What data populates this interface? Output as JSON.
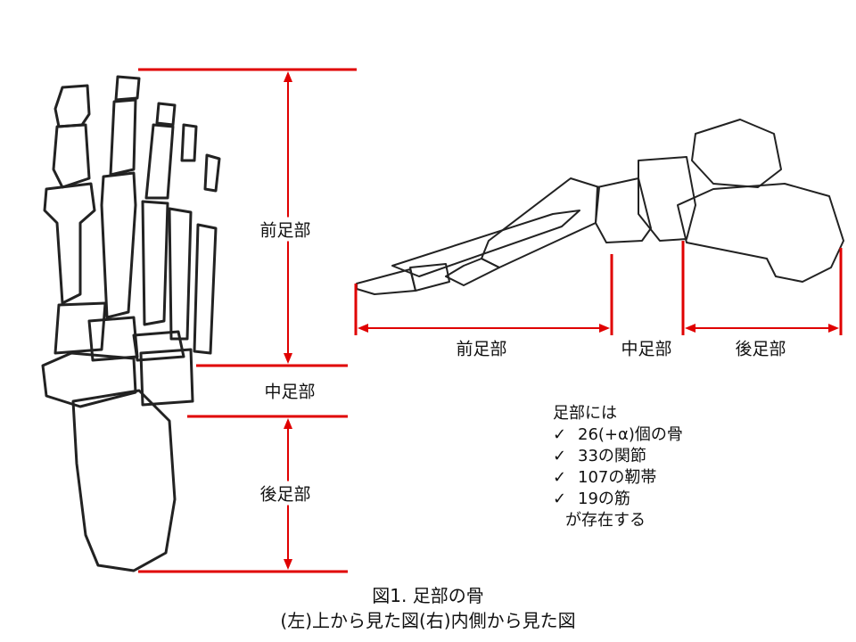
{
  "labels": {
    "forefoot": "前足部",
    "midfoot": "中足部",
    "hindfoot": "後足部"
  },
  "notes": {
    "heading": "足部には",
    "items": [
      "26(+α)個の骨",
      "33の関節",
      "107の靭帯",
      "19の筋"
    ],
    "check_symbol": "✓",
    "footer": "が存在する"
  },
  "caption": {
    "line1": "図1. 足部の骨",
    "line2": "(左)上から見た図(右)内側から見た図"
  },
  "colors": {
    "accent": "#e00000",
    "bone": "#222222"
  }
}
